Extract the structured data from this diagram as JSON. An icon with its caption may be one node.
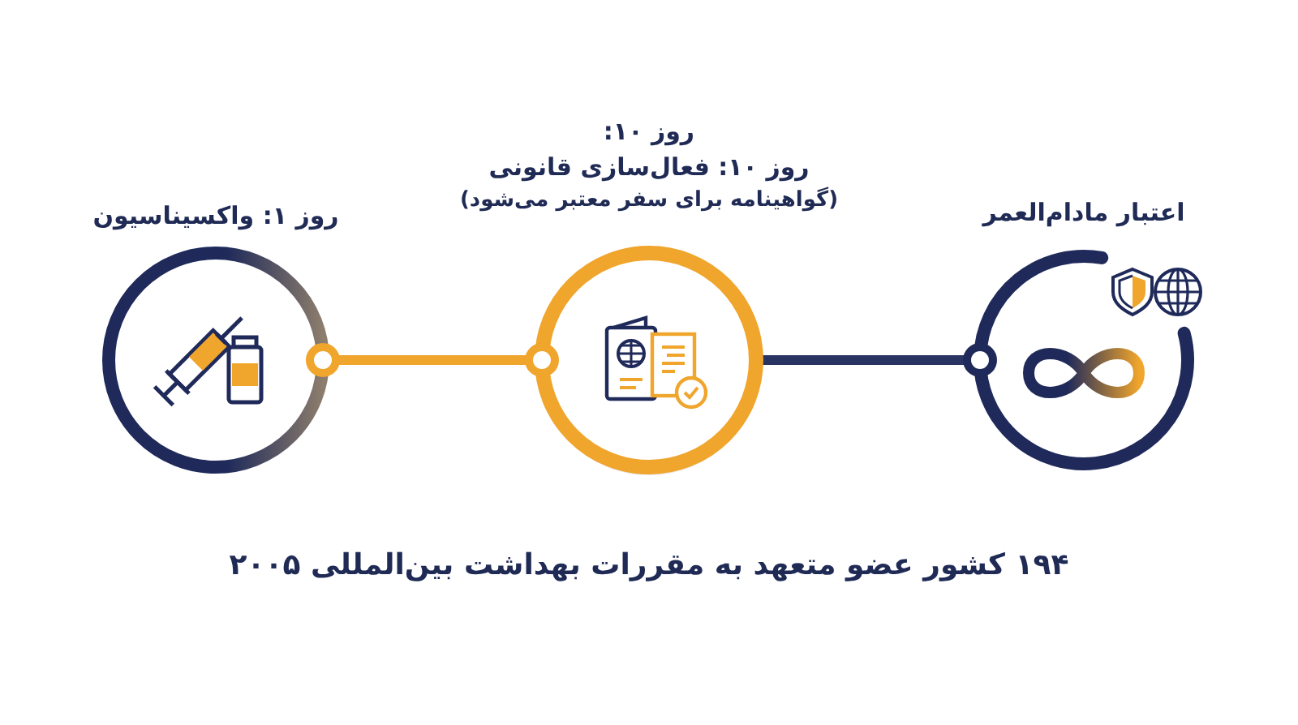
{
  "diagram": {
    "nodes": [
      {
        "text": [
          "روز ۱: واکسیناسیون"
        ]
      },
      {
        "text": [
          "روز ۱۰:",
          "روز ۱۰: فعال‌سازی قانونی",
          "(گواهینامه برای سفر معتبر می‌شود)"
        ]
      },
      {
        "text": [
          "اعتبار مادام‌العمر"
        ]
      }
    ],
    "edges": [
      {
        "from": 0,
        "to": 1,
        "arrow": "none",
        "color": "#f0a52c"
      },
      {
        "from": 1,
        "to": 2,
        "arrow": "none",
        "color": "#2a3462"
      }
    ],
    "labels": [
      "۱۹۴ کشور عضو متعهد به مقررات بهداشت بین‌المللی ۲۰۰۵"
    ]
  }
}
